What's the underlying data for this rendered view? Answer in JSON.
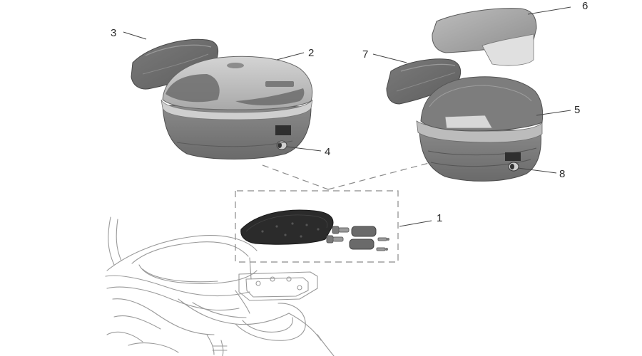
{
  "callouts": [
    {
      "id": "1",
      "label": "1"
    },
    {
      "id": "2",
      "label": "2"
    },
    {
      "id": "3",
      "label": "3"
    },
    {
      "id": "4",
      "label": "4"
    },
    {
      "id": "5",
      "label": "5"
    },
    {
      "id": "6",
      "label": "6"
    },
    {
      "id": "7",
      "label": "7"
    },
    {
      "id": "8",
      "label": "8"
    }
  ],
  "colors": {
    "case_dark": "#6d6d6d",
    "case_mid": "#8c8c8c",
    "case_light": "#bdbdbd",
    "case_highlight": "#d9d9d9",
    "outline": "#9a9a9a",
    "text": "#2a2a2a"
  }
}
